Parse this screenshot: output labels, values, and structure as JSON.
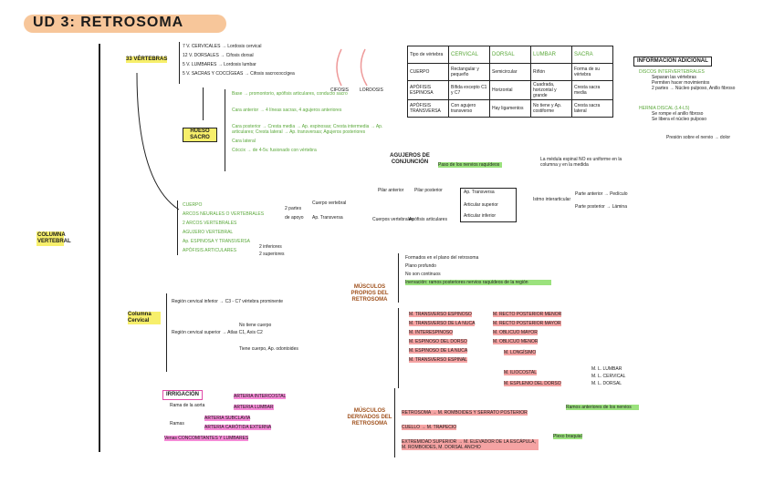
{
  "title": "UD 3: RETROSOMA",
  "main_label": "COLUMNA VERTEBRAL",
  "vertebras": {
    "heading": "33 VÉRTEBRAS",
    "items": [
      "7 V. CERVICALES → Lordosis cervical",
      "12 V. DORSALES → Cifosis dorsal",
      "5 V. LUMBARES → Lordosis lumbar",
      "5 V. SACRAS Y COCCÍGEAS → Cifosis sacrococcígea"
    ],
    "curves": [
      "CIFOSIS",
      "LORDOSIS"
    ]
  },
  "hueso_sacro": {
    "label": "HUESO SACRO",
    "items": [
      "Base → promontorio, apófisis articulares, conducto sacro",
      "Cara anterior → 4 líneas sacras, 4 agujeros anteriores",
      "Cara posterior → Cresta media → Ap. espinosas; Cresta intermedia → Ap. articulares; Cresta lateral → Ap. transversas; Agujeros posteriores",
      "Cara lateral",
      "Cóccix → de 4-5v. fusionado con vértebra"
    ]
  },
  "anatomia": {
    "items": [
      "CUERPO",
      "ARCOS NEURALES O VERTEBRALES",
      "2 ARCOS VERTEBRALES",
      "AGUJERO VERTEBRAL",
      "Ap. ESPINOSA Y TRANSVERSA",
      "APÓFISIS ARTICULARES"
    ],
    "notes": [
      "2 partes",
      "Cuerpo vertebral",
      "de apoyo",
      "Ap. Transversa",
      "2 inferiores",
      "2 superiores"
    ]
  },
  "cervical": {
    "label": "Columna Cervical",
    "items": [
      "Región cervical inferior → C3 - C7 vértebra prominente",
      "Región cervical superior → Atlas C1, Axis C2",
      "No tiene cuerpo",
      "Tiene cuerpo, Ap. odontoides"
    ]
  },
  "irrigacion": {
    "heading": "IRRIGACIÓN",
    "items": [
      "Rama de la aorta",
      "ARTERIA INTERCOSTAL",
      "ARTERIA LUMBAR",
      "Ramas",
      "ARTERIA SUBCLAVIA",
      "ARTERIA CARÓTIDA EXTERNA",
      "Venas CONCOMITANTES Y LUMBARES"
    ]
  },
  "table": {
    "headers": [
      "Tipo de vértebra",
      "CERVICAL",
      "DORSAL",
      "LUMBAR",
      "SACRA"
    ],
    "rows": [
      [
        "CUERPO",
        "Rectangular y pequeño",
        "Semicircular",
        "Riñón",
        "Forma de su vértebra"
      ],
      [
        "APÓFISIS ESPINOSA",
        "Bífida excepto C1 y C7",
        "Horizontal",
        "Cuadrada, horizontal y grande",
        "Cresta sacra media"
      ],
      [
        "APÓFISIS TRANSVERSA",
        "Con agujero transverso",
        "Hay ligamentos",
        "No tiene y Ap. costiforme",
        "Cresta sacra lateral"
      ]
    ]
  },
  "informacion": {
    "heading": "INFORMACIÓN ADICIONAL",
    "items": [
      "DISCOS INTERVERTEBRALES",
      "Separan las vértebras",
      "Permiten hacer movimientos",
      "2 partes → Núcleo pulposo, Anillo fibroso",
      "HERNIA DISCAL (L4-L5)",
      "Se rompe el anillo fibroso",
      "Se libera el núcleo pulposo",
      "Presión sobre el nervio → dolor"
    ]
  },
  "agujeros": {
    "heading": "AGUJEROS DE CONJUNCIÓN",
    "note": "Paso de los nervios raquídeos",
    "items": [
      "Pilar anterior",
      "Pilar posterior",
      "Cuerpos vertebrales",
      "Apófisis articulares",
      "Ap. Transversa",
      "Articular superior",
      "Articular inferior",
      "Istmo interarticular",
      "Parte anterior → Pedículo",
      "Parte posterior → Lámina"
    ],
    "side_note": "La médula espinal NO es uniforme en la columna y en la medida"
  },
  "musculos_propios": {
    "label": "MÚSCULOS PROPIOS DEL RETROSOMA",
    "bullets": [
      "Formados en el plano del retrosoma",
      "Plano profundo",
      "No son continuos",
      "Inervación: ramos posteriores nervios raquídeos de la región"
    ],
    "items": [
      "M. TRANSVERSO ESPINOSO",
      "M. TRANSVERSO DE LA NUCA",
      "M. INTERESPINOSO",
      "M. ESPINOSO DEL DORSO",
      "M. ESPINOSO DE LA NUCA",
      "M. TRANSVERSO ESPINAL",
      "M. RECTO POSTERIOR MENOR",
      "M. RECTO POSTERIOR MAYOR",
      "M. OBLICUO MAYOR",
      "M. OBLICUO MENOR",
      "M. LONGÍSIMO",
      "M. ILIOCOSTAL",
      "M. ESPLENIO DEL DORSO",
      "M. L. LUMBAR",
      "M. L. CERVICAL",
      "M. L. DORSAL"
    ]
  },
  "musculos_derivados": {
    "label": "MÚSCULOS DERIVADOS DEL RETROSOMA",
    "items": [
      "RETROSOMA → M. ROMBOIDES Y SERRATO POSTERIOR",
      "CUELLO → M. TRAPECIO",
      "EXTREMIDAD SUPERIOR → M. ELEVADOR DE LA ESCÁPULA, M. ROMBOIDES, M. DORSAL ANCHO"
    ],
    "notes": [
      "Ramos anteriores de los nervios",
      "Plexo braquial"
    ]
  }
}
